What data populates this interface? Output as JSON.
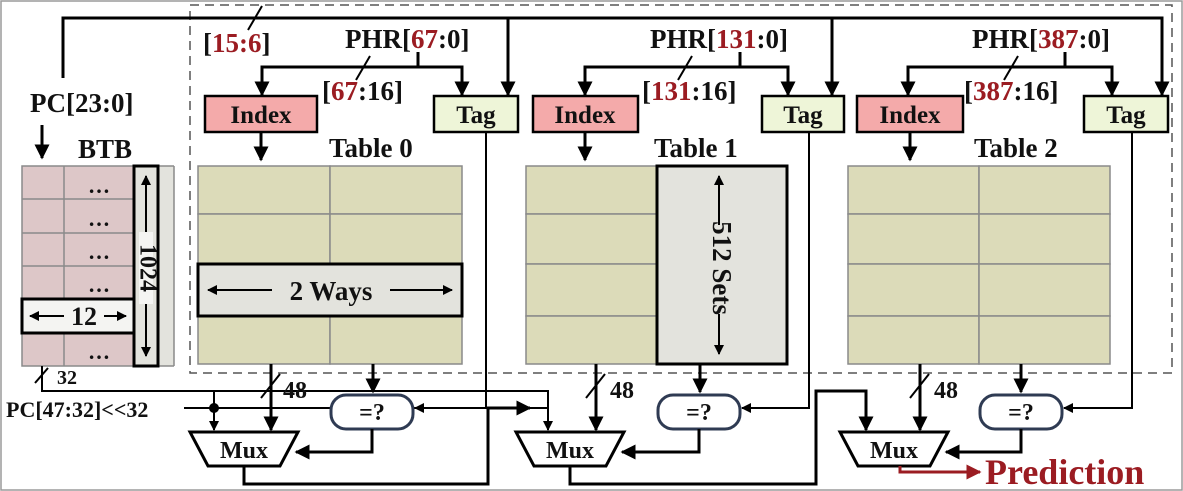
{
  "colors": {
    "highlight": "#9b1c22",
    "index_box": "#f4aaaa",
    "tag_box": "#eef5d8",
    "table_cell": "#dcdbb9",
    "btb_cell": "#ddc7c8",
    "highlight_region": "#e3e3dd"
  },
  "pc_label": "PC[23:0]",
  "pc_slice": {
    "open": "[",
    "bits": "15:6",
    "close": "]"
  },
  "btb": {
    "label": "BTB",
    "rows_label": "1024",
    "width_label": "12",
    "ellipsis": "…",
    "out_width": "32"
  },
  "pc_high": "PC[47:32]<<32",
  "tables": [
    {
      "title": "Table 0",
      "phr_prefix": "PHR[",
      "phr_hi": "67",
      "phr_suffix": ":0]",
      "tag_prefix": "[",
      "tag_hi": "67",
      "tag_suffix": ":16]",
      "index_label": "Index",
      "tag_label": "Tag",
      "data_width": "48",
      "compare_label": "=?",
      "mux_label": "Mux"
    },
    {
      "title": "Table 1",
      "phr_prefix": "PHR[",
      "phr_hi": "131",
      "phr_suffix": ":0]",
      "tag_prefix": "[",
      "tag_hi": "131",
      "tag_suffix": ":16]",
      "index_label": "Index",
      "tag_label": "Tag",
      "data_width": "48",
      "compare_label": "=?",
      "mux_label": "Mux"
    },
    {
      "title": "Table 2",
      "phr_prefix": "PHR[",
      "phr_hi": "387",
      "phr_suffix": ":0]",
      "tag_prefix": "[",
      "tag_hi": "387",
      "tag_suffix": ":16]",
      "index_label": "Index",
      "tag_label": "Tag",
      "data_width": "48",
      "compare_label": "=?",
      "mux_label": "Mux"
    }
  ],
  "ways_label": "2 Ways",
  "sets_label": "512 Sets",
  "prediction_label": "Prediction"
}
